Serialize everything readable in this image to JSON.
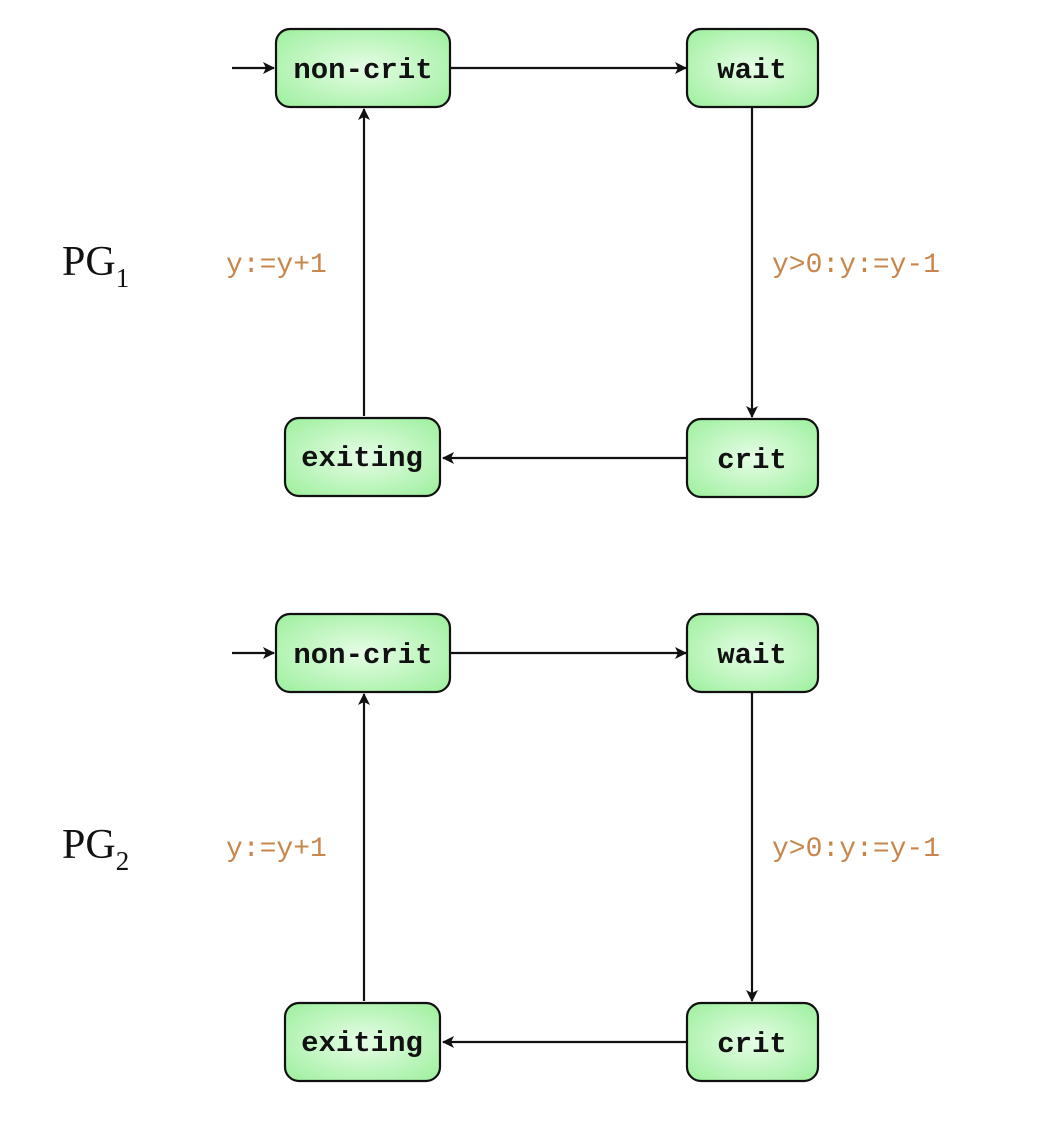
{
  "graphs": [
    {
      "label": {
        "main": "PG",
        "sub": "1"
      },
      "states": {
        "noncrit": "non-crit",
        "wait": "wait",
        "crit": "crit",
        "exiting": "exiting"
      },
      "actions": {
        "release": "y:=y+1",
        "acquire": "y>0:y:=y-1"
      }
    },
    {
      "label": {
        "main": "PG",
        "sub": "2"
      },
      "states": {
        "noncrit": "non-crit",
        "wait": "wait",
        "crit": "crit",
        "exiting": "exiting"
      },
      "actions": {
        "release": "y:=y+1",
        "acquire": "y>0:y:=y-1"
      }
    }
  ],
  "colors": {
    "state_fill_light": "#e6fde6",
    "state_fill_dark": "#a2f0a2",
    "state_stroke": "#111111",
    "action_text": "#c8864a",
    "edge": "#111111"
  }
}
